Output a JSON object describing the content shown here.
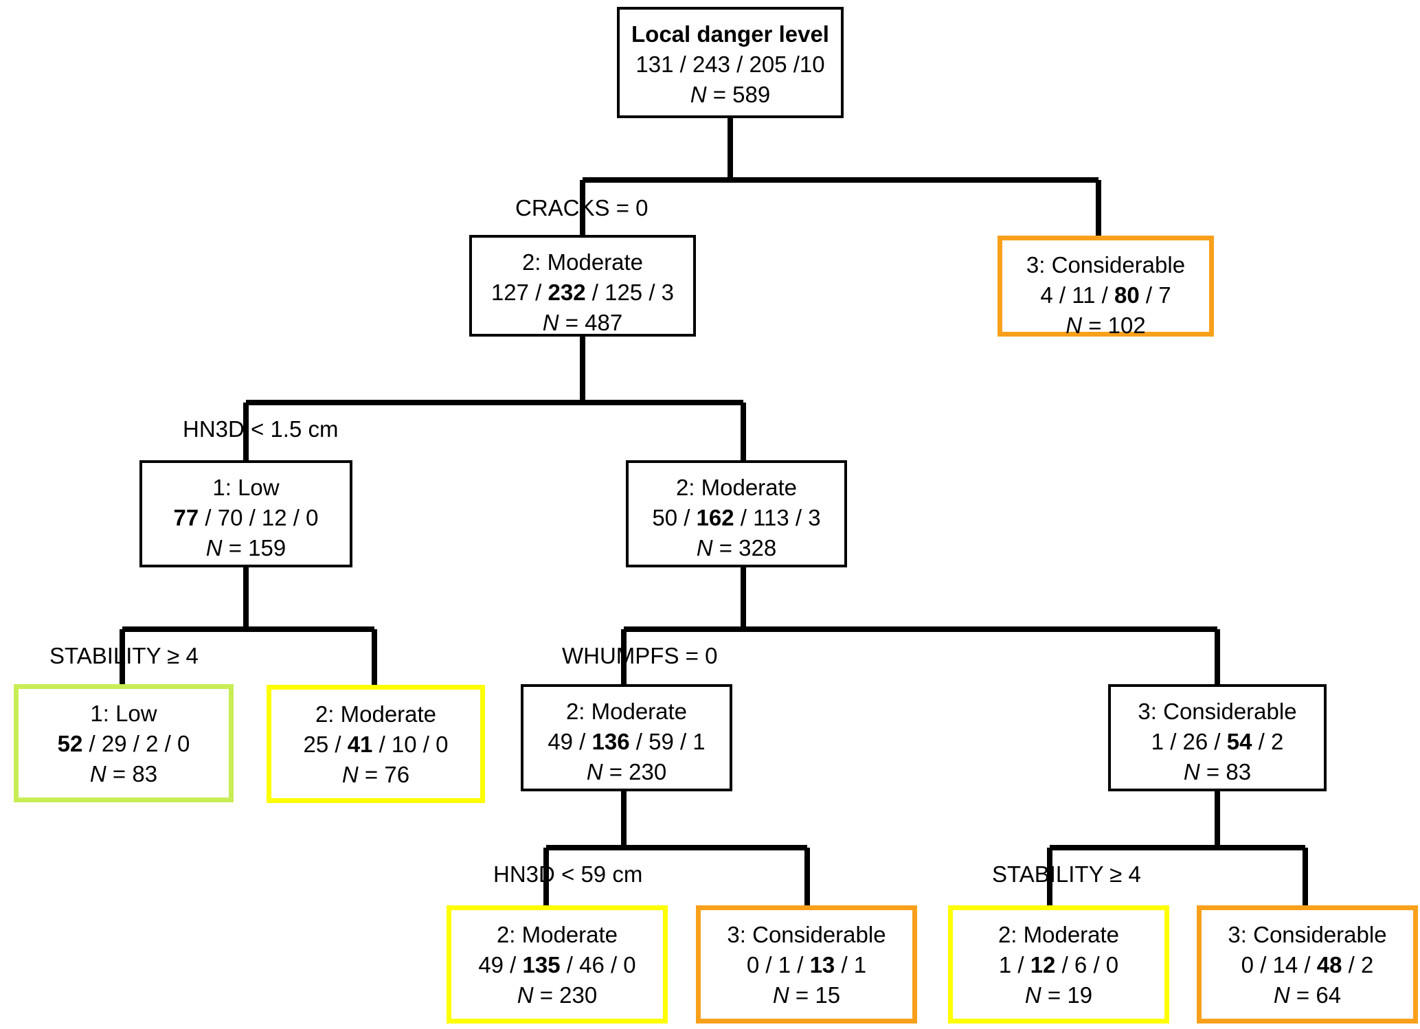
{
  "diagram": {
    "type": "decision-tree",
    "title_node": "Local danger level",
    "colors": {
      "black": "#000000",
      "green": "#c8ed55",
      "yellow": "#ffff00",
      "orange": "#f9a01b",
      "background": "#ffffff"
    }
  },
  "nodes": [
    {
      "id": "root",
      "title": "Local danger level",
      "title_bold": true,
      "counts_text": "131 / 243 / 205 /10",
      "counts_parts": [
        "131",
        "243",
        "205",
        "10"
      ],
      "bold_index": -1,
      "n_label": "N",
      "n_value": "589",
      "n_text": "N = 589",
      "color": "black"
    },
    {
      "id": "cracks0",
      "title": "2: Moderate",
      "title_bold": false,
      "counts_text": "127 / 232 / 125 / 3",
      "counts_parts": [
        "127",
        "232",
        "125",
        "3"
      ],
      "bold_index": 1,
      "n_label": "N",
      "n_value": "487",
      "n_text": "N = 487",
      "color": "black"
    },
    {
      "id": "cracks1",
      "title": "3: Considerable",
      "title_bold": false,
      "counts_text": "4 / 11 / 80 / 7",
      "counts_parts": [
        "4",
        "11",
        "80",
        "7"
      ],
      "bold_index": 2,
      "n_label": "N",
      "n_value": "102",
      "n_text": "N = 102",
      "color": "orange"
    },
    {
      "id": "hn3d_lo",
      "title": "1: Low",
      "title_bold": false,
      "counts_text": "77 / 70 / 12 / 0",
      "counts_parts": [
        "77",
        "70",
        "12",
        "0"
      ],
      "bold_index": 0,
      "n_label": "N",
      "n_value": "159",
      "n_text": "N = 159",
      "color": "black"
    },
    {
      "id": "hn3d_hi",
      "title": "2: Moderate",
      "title_bold": false,
      "counts_text": "50 / 162 / 113 / 3",
      "counts_parts": [
        "50",
        "162",
        "113",
        "3"
      ],
      "bold_index": 1,
      "n_label": "N",
      "n_value": "328",
      "n_text": "N = 328",
      "color": "black"
    },
    {
      "id": "stab_lo",
      "title": "1: Low",
      "title_bold": false,
      "counts_text": "52 / 29 / 2 / 0",
      "counts_parts": [
        "52",
        "29",
        "2",
        "0"
      ],
      "bold_index": 0,
      "n_label": "N",
      "n_value": "83",
      "n_text": "N = 83",
      "color": "green"
    },
    {
      "id": "stab_hi",
      "title": "2: Moderate",
      "title_bold": false,
      "counts_text": "25 / 41 / 10 / 0",
      "counts_parts": [
        "25",
        "41",
        "10",
        "0"
      ],
      "bold_index": 1,
      "n_label": "N",
      "n_value": "76",
      "n_text": "N = 76",
      "color": "yellow"
    },
    {
      "id": "whumpfs0",
      "title": "2: Moderate",
      "title_bold": false,
      "counts_text": "49 / 136 / 59 / 1",
      "counts_parts": [
        "49",
        "136",
        "59",
        "1"
      ],
      "bold_index": 1,
      "n_label": "N",
      "n_value": "230",
      "n_text": "N = 230",
      "color": "black"
    },
    {
      "id": "whumpfs1",
      "title": "3: Considerable",
      "title_bold": false,
      "counts_text": "1 / 26 / 54 / 2",
      "counts_parts": [
        "1",
        "26",
        "54",
        "2"
      ],
      "bold_index": 2,
      "n_label": "N",
      "n_value": "83",
      "n_text": "N = 83",
      "color": "black"
    },
    {
      "id": "leaf_hn3d59_lo",
      "title": "2: Moderate",
      "title_bold": false,
      "counts_text": "49 / 135 / 46 / 0",
      "counts_parts": [
        "49",
        "135",
        "46",
        "0"
      ],
      "bold_index": 1,
      "n_label": "N",
      "n_value": "230",
      "n_text": "N = 230",
      "color": "yellow"
    },
    {
      "id": "leaf_hn3d59_hi",
      "title": "3: Considerable",
      "title_bold": false,
      "counts_text": "0 / 1 / 13 / 1",
      "counts_parts": [
        "0",
        "1",
        "13",
        "1"
      ],
      "bold_index": 2,
      "n_label": "N",
      "n_value": "15",
      "n_text": "N = 15",
      "color": "orange"
    },
    {
      "id": "leaf_stab2_lo",
      "title": "2: Moderate",
      "title_bold": false,
      "counts_text": "1 / 12 / 6 / 0",
      "counts_parts": [
        "1",
        "12",
        "6",
        "0"
      ],
      "bold_index": 1,
      "n_label": "N",
      "n_value": "19",
      "n_text": "N = 19",
      "color": "yellow"
    },
    {
      "id": "leaf_stab2_hi",
      "title": "3: Considerable",
      "title_bold": false,
      "counts_text": "0 / 14 / 48 / 2",
      "counts_parts": [
        "0",
        "14",
        "48",
        "2"
      ],
      "bold_index": 2,
      "n_label": "N",
      "n_value": "64",
      "n_text": "N = 64",
      "color": "orange"
    }
  ],
  "edge_labels": [
    {
      "id": "lbl_cracks",
      "text": "CRACKS = 0"
    },
    {
      "id": "lbl_hn3d15",
      "text": "HN3D < 1.5 cm"
    },
    {
      "id": "lbl_stability1",
      "text": "STABILITY ≥ 4"
    },
    {
      "id": "lbl_whumpfs",
      "text": "WHUMPFS = 0"
    },
    {
      "id": "lbl_hn3d59",
      "text": "HN3D < 59 cm"
    },
    {
      "id": "lbl_stability2",
      "text": "STABILITY ≥ 4"
    }
  ]
}
